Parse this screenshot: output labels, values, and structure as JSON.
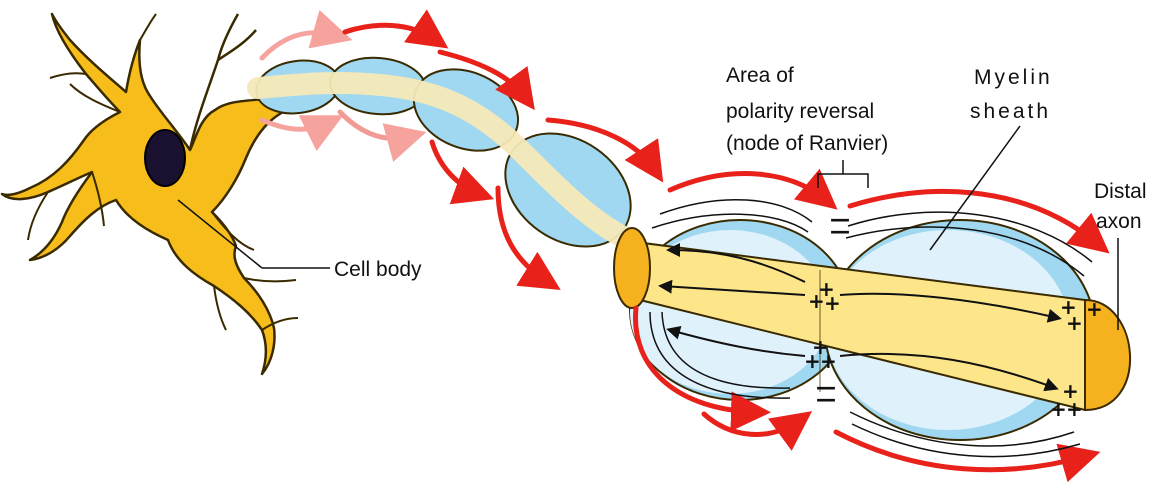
{
  "labels": {
    "cell_body": "Cell body",
    "node_line1": "Area of",
    "node_line2": "polarity reversal",
    "node_line3": "(node of Ranvier)",
    "myelin_line1": "Myelin",
    "myelin_line2": "sheath",
    "distal_line1": "Distal",
    "distal_line2": "axon"
  },
  "symbols": {
    "plus": "+",
    "minus": "—"
  },
  "colors": {
    "neuron": "#f7bd1a",
    "neuron_outline": "#3a2a00",
    "nucleus": "#1a1030",
    "myelin_light": "#dff1fb",
    "myelin_blue": "#9fd8f0",
    "axon_core": "#f5e9b8",
    "axon_yellow": "#fde68a",
    "axon_end": "#f5b21e",
    "current_arrow": "#e8221b",
    "current_arrow_faint": "#f6a39e"
  }
}
